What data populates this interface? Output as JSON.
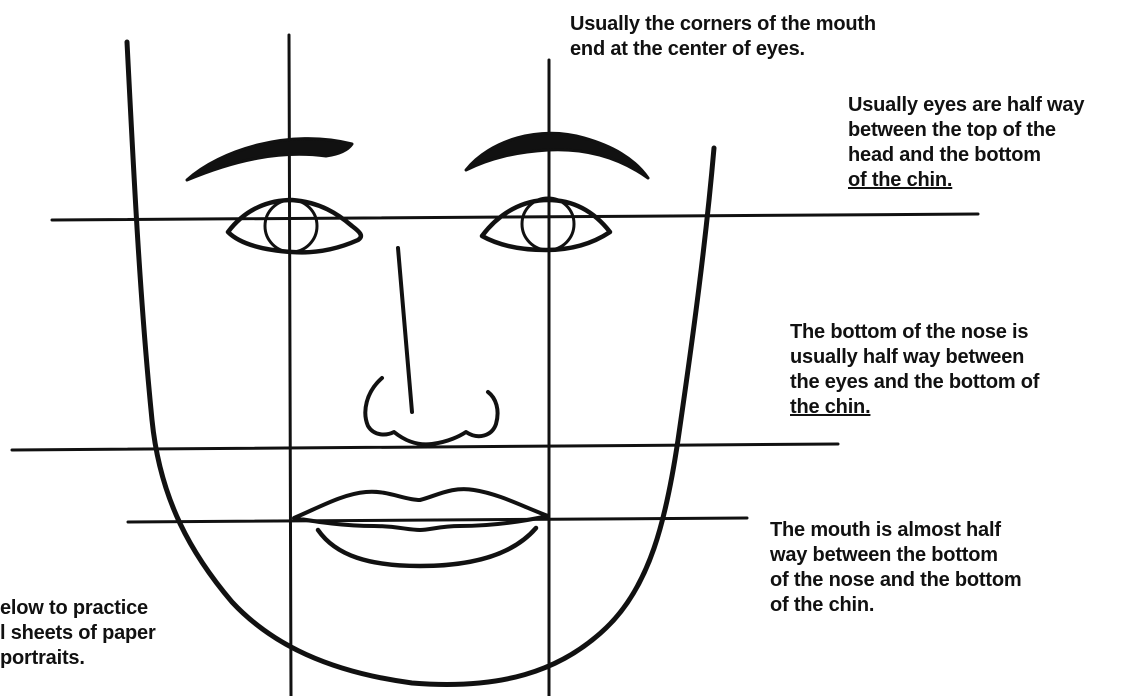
{
  "annotations": {
    "mouth_corners": [
      "Usually the corners of the mouth",
      "end at the center of eyes."
    ],
    "eyes_halfway": [
      "Usually eyes are half way",
      "between the top of the",
      "head and the bottom",
      "of the chin."
    ],
    "nose_halfway": [
      "The bottom of the nose is",
      "usually half way between",
      "the eyes and the bottom of",
      "the chin."
    ],
    "mouth_halfway": [
      "The mouth is almost half",
      "way between the bottom",
      "of the nose and the bottom",
      "of the chin."
    ],
    "practice_partial": [
      "elow to practice",
      "l sheets of paper",
      "portraits."
    ]
  },
  "colors": {
    "ink": "#111111",
    "paper": "#ffffff"
  }
}
